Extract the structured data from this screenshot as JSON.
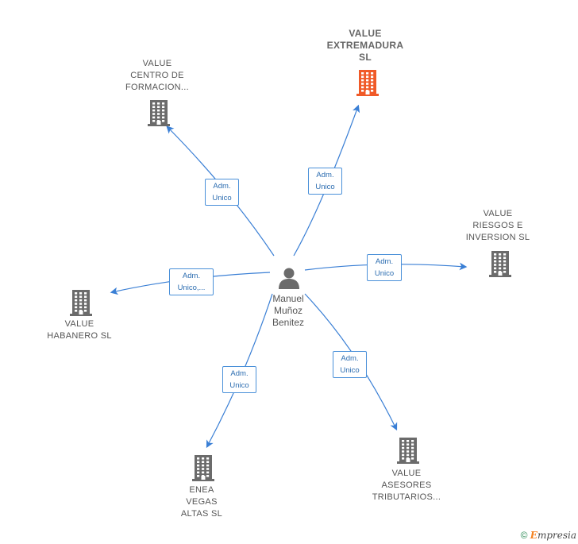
{
  "person": {
    "name": "Manuel\nMuñoz\nBenitez",
    "icon": "person-icon"
  },
  "colors": {
    "edge": "#3a7fd5",
    "building": "#6b6b6b",
    "highlight": "#f05a28"
  },
  "companies": [
    {
      "id": "extremadura",
      "label": "VALUE\nEXTREMADURA\nSL",
      "highlight": true,
      "role": "Adm.\nUnico"
    },
    {
      "id": "centro-formacion",
      "label": "VALUE\nCENTRO DE\nFORMACION...",
      "highlight": false,
      "role": "Adm.\nUnico"
    },
    {
      "id": "riesgos",
      "label": "VALUE\nRIESGOS E\nINVERSION SL",
      "highlight": false,
      "role": "Adm.\nUnico"
    },
    {
      "id": "habanero",
      "label": "VALUE\nHABANERO SL",
      "highlight": false,
      "role": "Adm.\nUnico,..."
    },
    {
      "id": "enea",
      "label": "ENEA\nVEGAS\nALTAS SL",
      "highlight": false,
      "role": "Adm.\nUnico"
    },
    {
      "id": "asesores",
      "label": "VALUE\nASESORES\nTRIBUTARIOS...",
      "highlight": false,
      "role": "Adm.\nUnico"
    }
  ],
  "footer": {
    "copyright": "©",
    "brand_first": "E",
    "brand_rest": "mpresia"
  }
}
